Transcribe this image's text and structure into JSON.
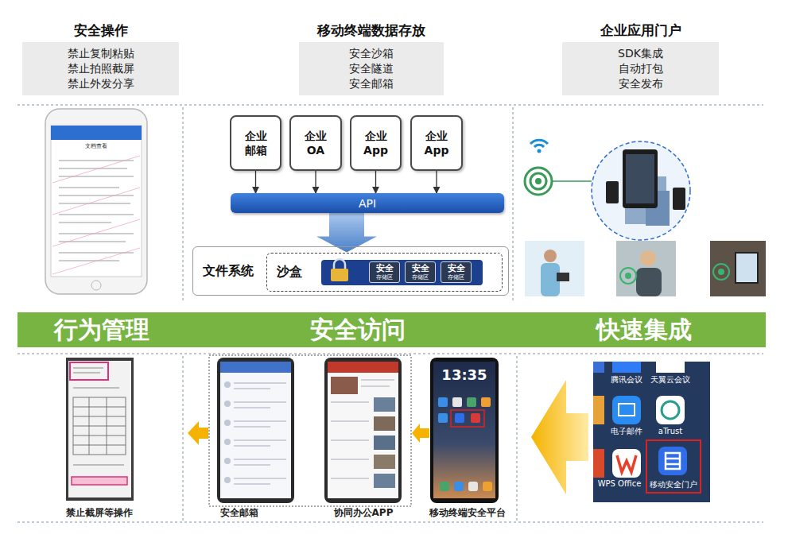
{
  "diagram": {
    "nodes": [
      {
        "text": [
          "安全操作",
          "禁止复制粘贴",
          "禁止拍照截屏",
          "禁止外发分享"
        ]
      },
      {
        "text": [
          "移动终端数据存放",
          "安全沙箱",
          "安全隧道",
          "安全邮箱"
        ]
      },
      {
        "text": [
          "企业应用门户",
          "SDK集成",
          "自动打包",
          "安全发布"
        ]
      },
      {
        "text": [
          "企业 邮箱"
        ]
      },
      {
        "text": [
          "企业 OA"
        ]
      },
      {
        "text": [
          "企业 App"
        ]
      },
      {
        "text": [
          "企业 App"
        ]
      },
      {
        "text": [
          "API"
        ]
      },
      {
        "text": [
          "文件系统"
        ]
      },
      {
        "text": [
          "沙盒"
        ],
        "in": 8
      },
      {
        "text": [
          "安全",
          "存储区"
        ],
        "in": 9
      },
      {
        "text": [
          "安全",
          "存储区"
        ],
        "in": 9
      },
      {
        "text": [
          "安全",
          "存储区"
        ],
        "in": 9
      },
      {
        "text": [
          "行为管理",
          "安全访问",
          "快速集成"
        ]
      },
      {
        "text": [
          "移动安全门户"
        ]
      }
    ],
    "edges": [
      {
        "from": 3,
        "to": 7,
        "arrow": "to"
      },
      {
        "from": 4,
        "to": 7,
        "arrow": "to"
      },
      {
        "from": 5,
        "to": 7,
        "arrow": "to"
      },
      {
        "from": 6,
        "to": 7,
        "arrow": "to"
      },
      {
        "from": 7,
        "to": 9,
        "arrow": "to"
      }
    ],
    "labels": [
      "禁止截屏等操作",
      "安全邮箱",
      "协同办公APP",
      "移动终端安全平台",
      "腾讯会议",
      "天翼云会议",
      "电子邮件",
      "aTrust",
      "WPS Office",
      "13:35",
      "文档查看"
    ]
  }
}
